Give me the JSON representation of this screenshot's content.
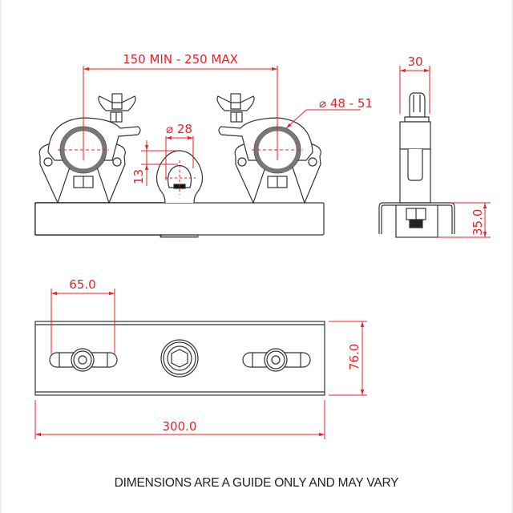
{
  "drawing": {
    "colors": {
      "outline": "#333333",
      "dimension": "#e8222a",
      "tube": "#777777",
      "background": "#ffffff"
    },
    "front_view": {
      "dim_clamp_spacing": "150 MIN - 250 MAX",
      "dim_tube_diameter": "48 - 51",
      "dim_eye_diameter": "28",
      "dim_eye_offset": "13",
      "diameter_symbol": "⌀"
    },
    "side_view": {
      "dim_width": "30",
      "dim_height": "35.0"
    },
    "top_view": {
      "dim_slot_length": "65.0",
      "dim_plate_width": "76.0",
      "dim_plate_length": "300.0"
    },
    "footer_note": "DIMENSIONS ARE A GUIDE ONLY AND MAY VARY"
  }
}
